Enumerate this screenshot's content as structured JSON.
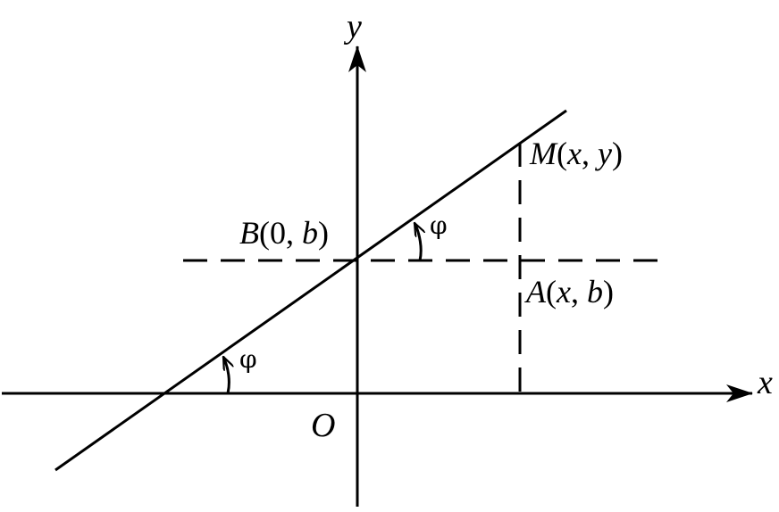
{
  "axes": {
    "x_label": "x",
    "y_label": "y",
    "origin_label": "O"
  },
  "points": {
    "M": {
      "name": "M",
      "open": "(",
      "c1": "x",
      "sep": ", ",
      "c2": "y",
      "close": ")"
    },
    "A": {
      "name": "A",
      "open": "(",
      "c1": "x",
      "sep": ", ",
      "c2": "b",
      "close": ")"
    },
    "B": {
      "name": "B",
      "open": "(",
      "c1": "0",
      "sep": ", ",
      "c2": "b",
      "close": ")"
    }
  },
  "angles": {
    "lower": "φ",
    "upper": "φ"
  },
  "colors": {
    "stroke": "#000000",
    "background": "#ffffff"
  }
}
